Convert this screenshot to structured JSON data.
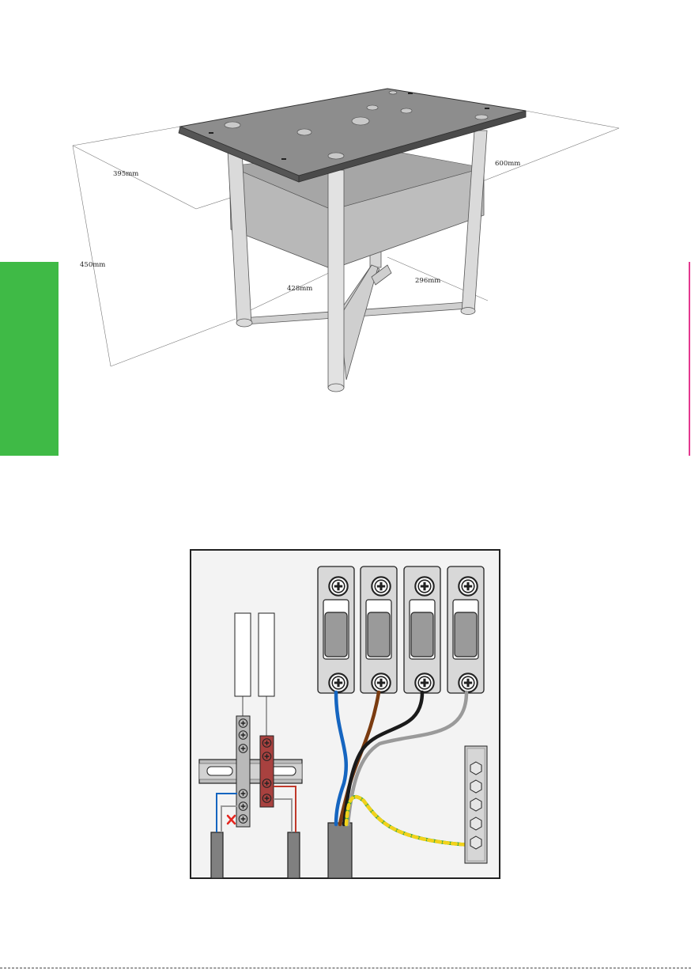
{
  "dimensions": {
    "width_top": "600mm",
    "depth_top": "395mm",
    "height": "450mm",
    "width_base": "428mm",
    "depth_base": "296mm"
  },
  "colors": {
    "side_tab": "#3fba46",
    "edge_marker": "#e4388f",
    "wire_blue": "#1565c0",
    "wire_brown": "#7a3b10",
    "wire_black": "#1a1a1a",
    "wire_grey": "#9a9a9a",
    "wire_earth_green": "#3aa635",
    "wire_earth_yellow": "#f2d21b",
    "terminal_grey": "#b9b9b9",
    "terminal_red": "#a8413f",
    "panel_bg": "#f3f3f3"
  },
  "wiring": {
    "connectors": 4,
    "terminal_blocks": 2,
    "earth_bar_posts": 5
  }
}
